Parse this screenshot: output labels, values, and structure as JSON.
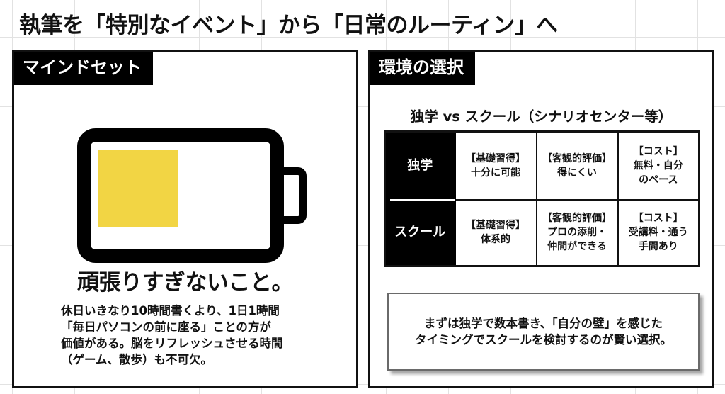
{
  "title": "執筆を「特別なイベント」から「日常のルーティン」へ",
  "left_panel": {
    "label": "マインドセット",
    "icon": "battery-half-icon",
    "battery_fill_color": "#f2d544",
    "headline": "頑張りすぎないこと。",
    "body_lines": [
      "休日いきなり10時間書くより、1日1時間",
      "「毎日パソコンの前に座る」ことの方が",
      "価値がある。脳をリフレッシュさせる時間",
      "（ゲーム、散歩）も不可欠。"
    ]
  },
  "right_panel": {
    "label": "環境の選択",
    "subheading": "独学 vs スクール（シナリオセンター等）",
    "table": {
      "rows": [
        {
          "header": "独学",
          "cells": [
            [
              "【基礎習得】",
              "十分に可能"
            ],
            [
              "【客観的評価】",
              "得にくい"
            ],
            [
              "【コスト】",
              "無料・自分",
              "のペース"
            ]
          ]
        },
        {
          "header": "スクール",
          "cells": [
            [
              "【基礎習得】",
              "体系的"
            ],
            [
              "【客観的評価】",
              "プロの添削・",
              "仲間ができる"
            ],
            [
              "【コスト】",
              "受講料・通う",
              "手間あり"
            ]
          ]
        }
      ]
    },
    "callout_lines": [
      "まずは独学で数本書き、「自分の壁」を感じた",
      "タイミングでスクールを検討するのが賢い選択。"
    ]
  }
}
